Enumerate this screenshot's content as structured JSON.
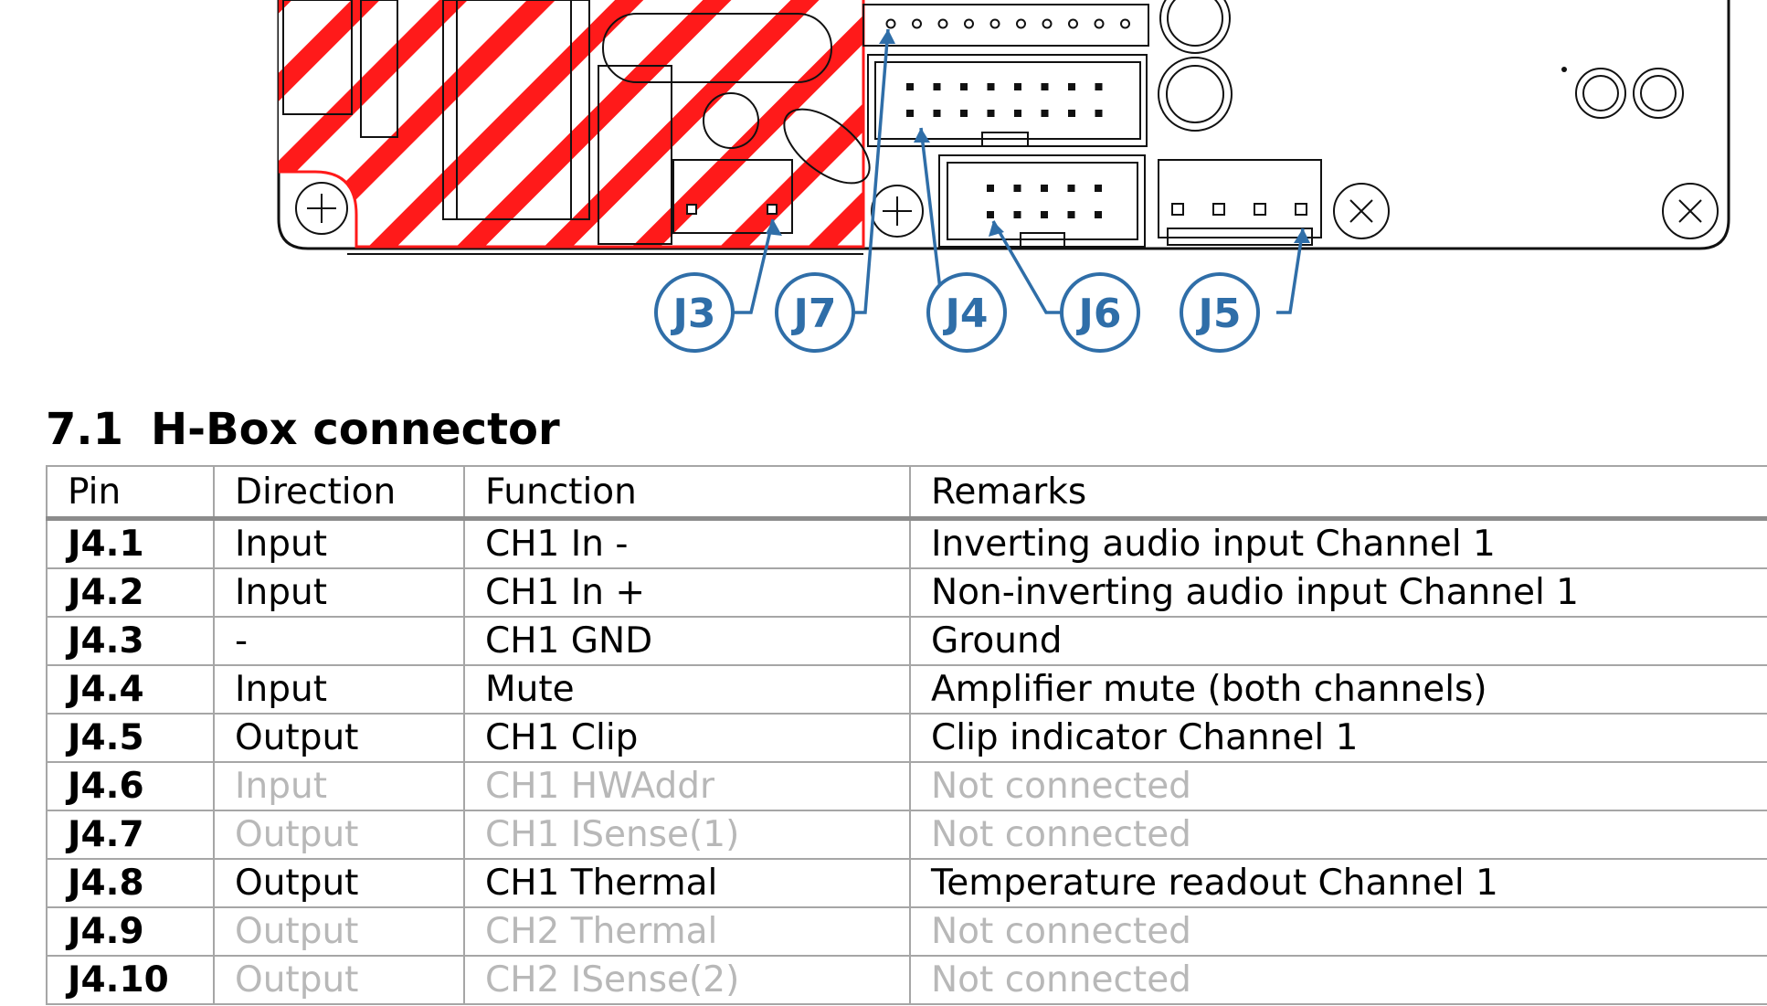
{
  "diagram": {
    "callouts": [
      {
        "id": "J3",
        "label": "J3"
      },
      {
        "id": "J7",
        "label": "J7"
      },
      {
        "id": "J4",
        "label": "J4"
      },
      {
        "id": "J6",
        "label": "J6"
      },
      {
        "id": "J5",
        "label": "J5"
      }
    ],
    "colors": {
      "callout": "#2f6ea8",
      "hatch": "#ff1a1a",
      "outline": "#111111"
    }
  },
  "section": {
    "number": "7.1",
    "title": "H-Box connector"
  },
  "table": {
    "headers": [
      "Pin",
      "Direction",
      "Function",
      "Remarks"
    ],
    "rows": [
      {
        "pin": "J4.1",
        "direction": "Input",
        "function": "CH1 In -",
        "remarks": "Inverting audio input Channel 1",
        "connected": true
      },
      {
        "pin": "J4.2",
        "direction": "Input",
        "function": "CH1 In +",
        "remarks": "Non-inverting audio input Channel 1",
        "connected": true
      },
      {
        "pin": "J4.3",
        "direction": "-",
        "function": "CH1 GND",
        "remarks": "Ground",
        "connected": true
      },
      {
        "pin": "J4.4",
        "direction": "Input",
        "function": "Mute",
        "remarks": "Amplifier mute (both channels)",
        "connected": true
      },
      {
        "pin": "J4.5",
        "direction": "Output",
        "function": "CH1 Clip",
        "remarks": "Clip indicator Channel 1",
        "connected": true
      },
      {
        "pin": "J4.6",
        "direction": "Input",
        "function": "CH1 HWAddr",
        "remarks": "Not connected",
        "connected": false
      },
      {
        "pin": "J4.7",
        "direction": "Output",
        "function": "CH1 ISense(1)",
        "remarks": "Not connected",
        "connected": false
      },
      {
        "pin": "J4.8",
        "direction": "Output",
        "function": "CH1 Thermal",
        "remarks": "Temperature readout Channel 1",
        "connected": true
      },
      {
        "pin": "J4.9",
        "direction": "Output",
        "function": "CH2 Thermal",
        "remarks": "Not connected",
        "connected": false
      },
      {
        "pin": "J4.10",
        "direction": "Output",
        "function": "CH2 ISense(2)",
        "remarks": "Not connected",
        "connected": false
      }
    ]
  }
}
